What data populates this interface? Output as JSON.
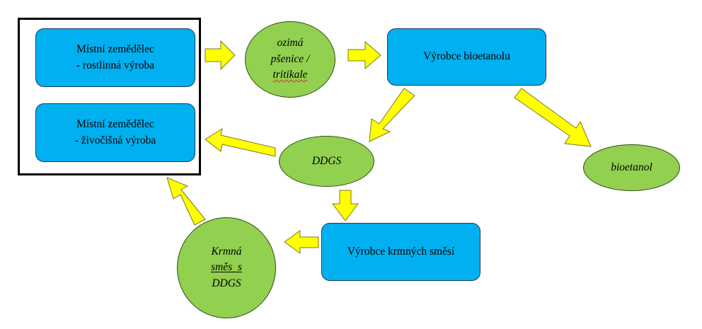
{
  "colors": {
    "box_fill": "#00B0F0",
    "ellipse_fill": "#92D050",
    "arrow_fill": "#FFFF00",
    "arrow_stroke": "#7a7a22",
    "frame": "#000000"
  },
  "nodes": {
    "farmer_crop": {
      "line1": "Místní zemědělec",
      "line2": "- rostlinná výroba"
    },
    "farmer_livestock": {
      "line1": "Místní zemědělec",
      "line2": "- živočišná výroba"
    },
    "wheat": {
      "line1": "ozimá",
      "line2": "pšenice /",
      "line3": "tritikale"
    },
    "bioethanol_producer": {
      "label": "Výrobce bioetanolu"
    },
    "ddgs": {
      "label": "DDGS"
    },
    "bioethanol": {
      "label": "bioetanol"
    },
    "feed_producer": {
      "label": "Výrobce krmných směsí"
    },
    "feed_mix": {
      "line1": "Krmná",
      "line2": "směs  s",
      "line3": "DDGS"
    }
  },
  "arrows": [
    {
      "id": "farmer-to-wheat",
      "from": "farmer_crop",
      "to": "wheat"
    },
    {
      "id": "wheat-to-producer",
      "from": "wheat",
      "to": "bioethanol_producer"
    },
    {
      "id": "producer-to-ddgs",
      "from": "bioethanol_producer",
      "to": "ddgs"
    },
    {
      "id": "producer-to-bioethanol",
      "from": "bioethanol_producer",
      "to": "bioethanol"
    },
    {
      "id": "ddgs-to-farmer",
      "from": "ddgs",
      "to": "farmer_livestock"
    },
    {
      "id": "ddgs-to-feed-producer",
      "from": "ddgs",
      "to": "feed_producer"
    },
    {
      "id": "feed-producer-to-feed-mix",
      "from": "feed_producer",
      "to": "feed_mix"
    },
    {
      "id": "feed-mix-to-farmers",
      "from": "feed_mix",
      "to": "farmer_livestock"
    }
  ]
}
